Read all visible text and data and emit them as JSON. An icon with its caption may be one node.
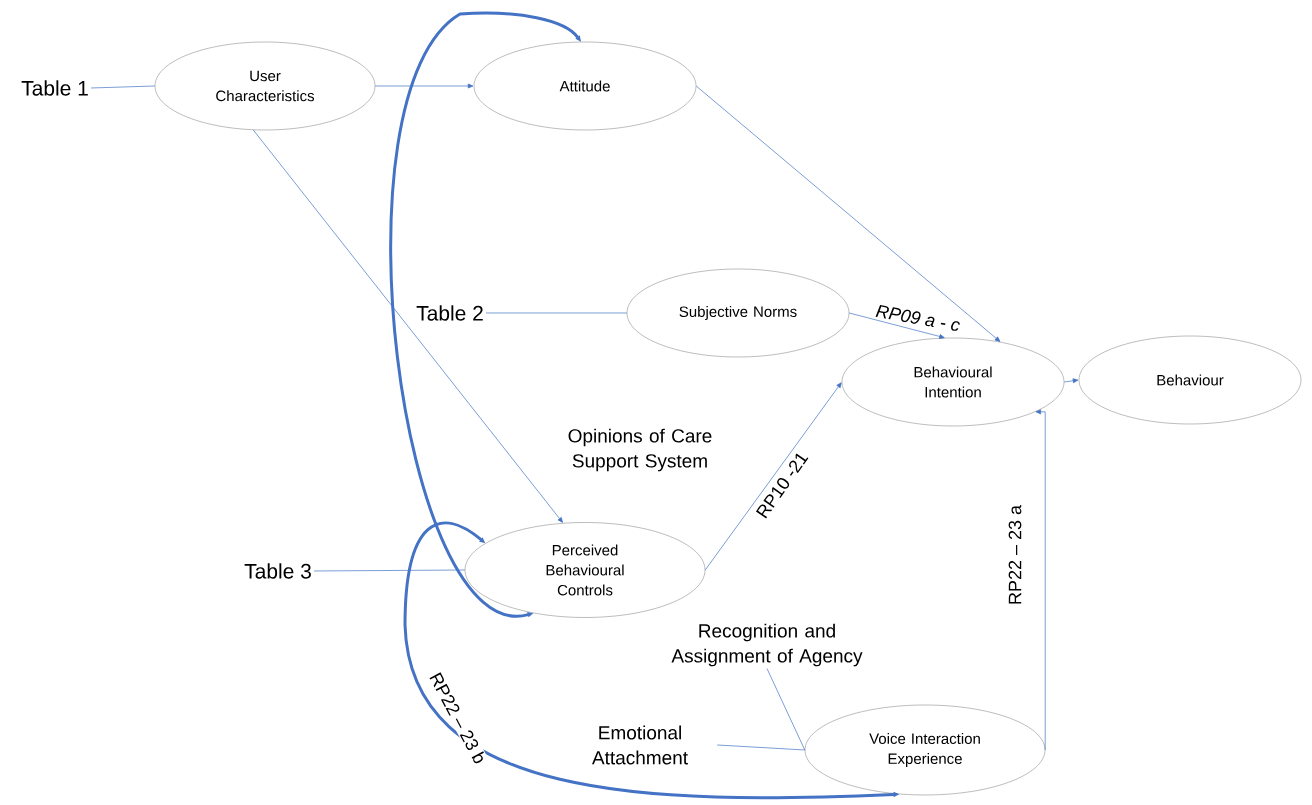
{
  "diagram": {
    "nodes": [
      {
        "text": [
          "Table 1"
        ]
      },
      {
        "text": [
          "User Characteristics"
        ]
      },
      {
        "text": [
          "Attitude"
        ]
      },
      {
        "text": [
          "Table 2"
        ]
      },
      {
        "text": [
          "Subjective Norms"
        ]
      },
      {
        "text": [
          "Behavioural Intention"
        ]
      },
      {
        "text": [
          "Behaviour"
        ]
      },
      {
        "text": [
          "Table 3"
        ]
      },
      {
        "text": [
          "Perceived Behavioural Controls"
        ]
      },
      {
        "text": [
          "Recognition and Assignment of Agency"
        ]
      },
      {
        "text": [
          "Emotional Attachment"
        ]
      },
      {
        "text": [
          "Voice Interaction Experience"
        ]
      }
    ],
    "edges": [
      {
        "from": 0,
        "to": 1,
        "arrow": "none"
      },
      {
        "from": 1,
        "to": 2,
        "arrow": "to"
      },
      {
        "from": 2,
        "to": 5,
        "arrow": "to"
      },
      {
        "from": 3,
        "to": 4,
        "arrow": "none"
      },
      {
        "from": 4,
        "to": 5,
        "arrow": "to",
        "label": "RP09 a - c"
      },
      {
        "from": 5,
        "to": 6,
        "arrow": "to"
      },
      {
        "from": 1,
        "to": 8,
        "arrow": "to"
      },
      {
        "from": 7,
        "to": 8,
        "arrow": "none"
      },
      {
        "from": 8,
        "to": 5,
        "arrow": "to",
        "label": "RP10 -21"
      },
      {
        "from": 8,
        "to": 2,
        "arrow": "both",
        "style": "thick"
      },
      {
        "from": 8,
        "to": 11,
        "arrow": "both",
        "style": "thick",
        "label": "RP22 – 23 b"
      },
      {
        "from": 11,
        "to": 5,
        "arrow": "to",
        "label": "RP22 – 23 a"
      },
      {
        "from": 9,
        "to": 11,
        "arrow": "none"
      },
      {
        "from": 10,
        "to": 11,
        "arrow": "none"
      }
    ],
    "labels": [
      "Opinions of Care Support System"
    ]
  }
}
